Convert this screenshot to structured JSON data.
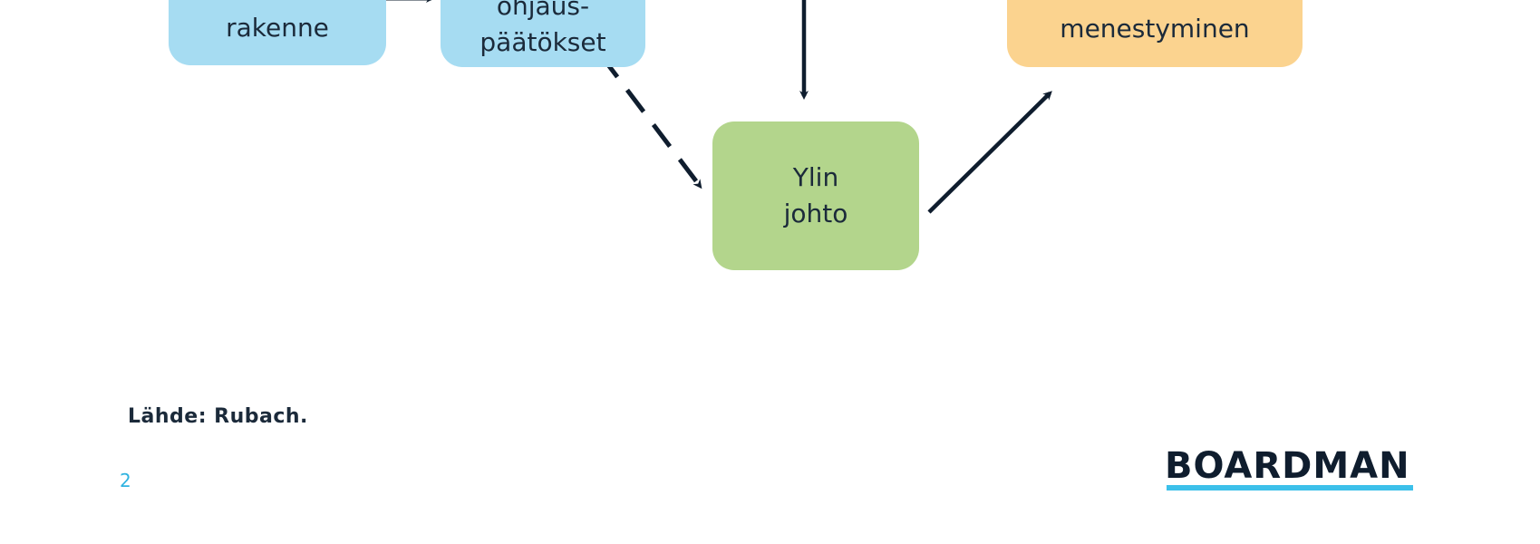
{
  "diagram": {
    "nodes": {
      "structure": {
        "label": "rakenne",
        "color": "#a6dcf2"
      },
      "decisions": {
        "label": "ohjaus-\npäätökset",
        "color": "#a6dcf2"
      },
      "top_management": {
        "label": "Ylin\njohto",
        "color": "#b3d58c"
      },
      "success": {
        "label": "menestyminen",
        "color": "#fbd38f"
      }
    },
    "arrow_color": "#0f1d2e"
  },
  "footer": {
    "source": "Lähde: Rubach.",
    "page_number": "2",
    "brand": "BOARDMAN",
    "brand_accent_color": "#3cc0ea",
    "page_number_color": "#2fb3e0"
  }
}
